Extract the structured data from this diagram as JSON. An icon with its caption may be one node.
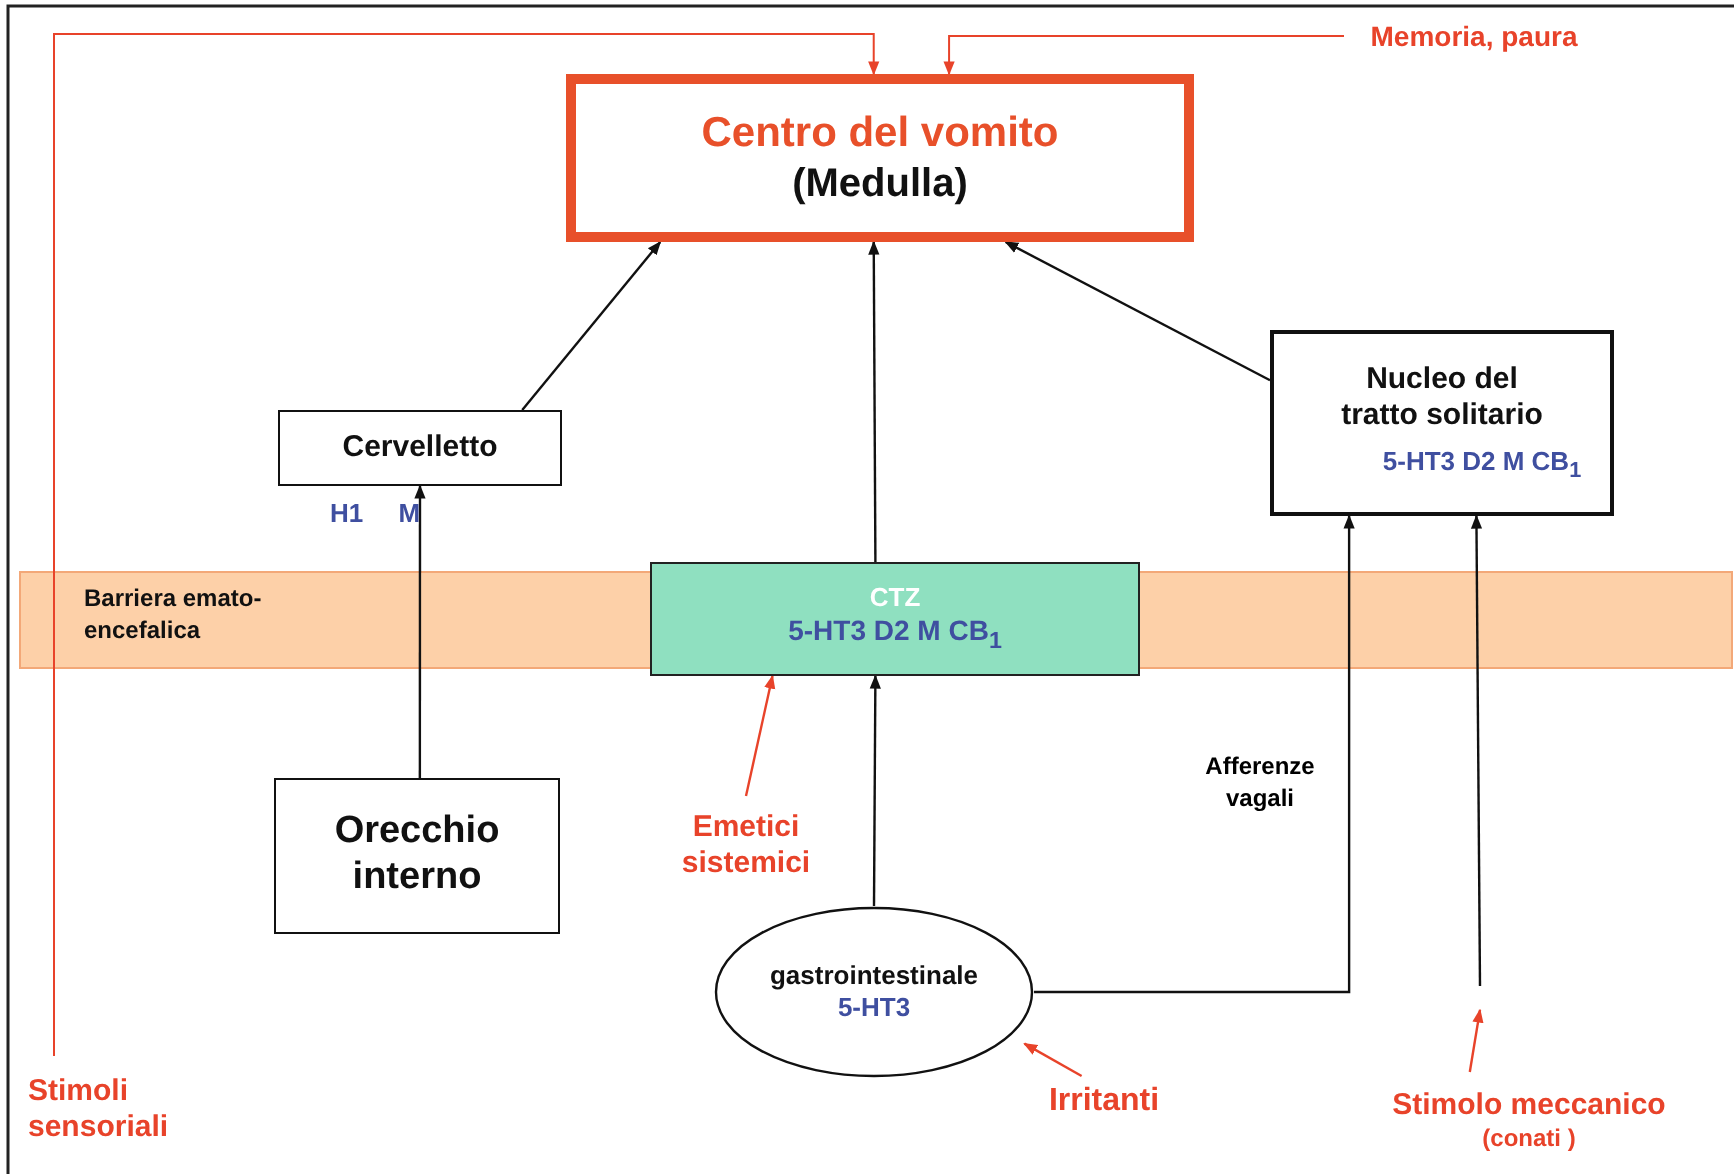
{
  "diagram": {
    "nodes": [
      {
        "text": [
          "Centro del vomito",
          "(Medulla)"
        ]
      },
      {
        "text": [
          "Cervelletto"
        ],
        "beside": [
          "H1 M"
        ]
      },
      {
        "text": [
          "Nucleo del tratto solitario",
          "5-HT3 D2 M CB$_{1}$"
        ]
      },
      {
        "text": [
          "CTZ",
          "5-HT3 D2 M CB$_{1}$"
        ]
      },
      {
        "text": [
          "Orecchio interno"
        ]
      },
      {
        "text": [
          "gastrointestinale",
          "5-HT3"
        ]
      },
      {
        "text": [
          "Emetici sistemici"
        ]
      },
      {
        "text": [
          "Irritanti"
        ]
      },
      {
        "text": [
          "Stimolo  meccanico",
          "(conati )"
        ]
      },
      {
        "text": [
          "Stimoli sensoriali"
        ]
      },
      {
        "text": [
          "Memoria, paura"
        ]
      }
    ],
    "edges": [
      {
        "from": 1,
        "to": 0,
        "arrow": "to"
      },
      {
        "from": 3,
        "to": 0,
        "arrow": "to"
      },
      {
        "from": 2,
        "to": 0,
        "arrow": "to"
      },
      {
        "from": 4,
        "to": 1,
        "arrow": "to"
      },
      {
        "from": 5,
        "to": 3,
        "arrow": "to"
      },
      {
        "from": 5,
        "to": 2,
        "arrow": "to",
        "label": "Afferenze vagali"
      },
      {
        "from": null,
        "to": 2,
        "arrow": "to"
      },
      {
        "from": 6,
        "to": 3,
        "arrow": "to",
        "color": "#e8432a"
      },
      {
        "from": 7,
        "to": 5,
        "arrow": "to",
        "color": "#e8432a"
      },
      {
        "from": 8,
        "to": null,
        "arrow": "to",
        "color": "#e8432a"
      },
      {
        "from": 9,
        "to": 0,
        "arrow": "to",
        "color": "#e8432a"
      },
      {
        "from": 10,
        "to": 0,
        "arrow": "to",
        "color": "#e8432a"
      }
    ],
    "labels": [
      "Barriera emato-encefalica"
    ]
  }
}
